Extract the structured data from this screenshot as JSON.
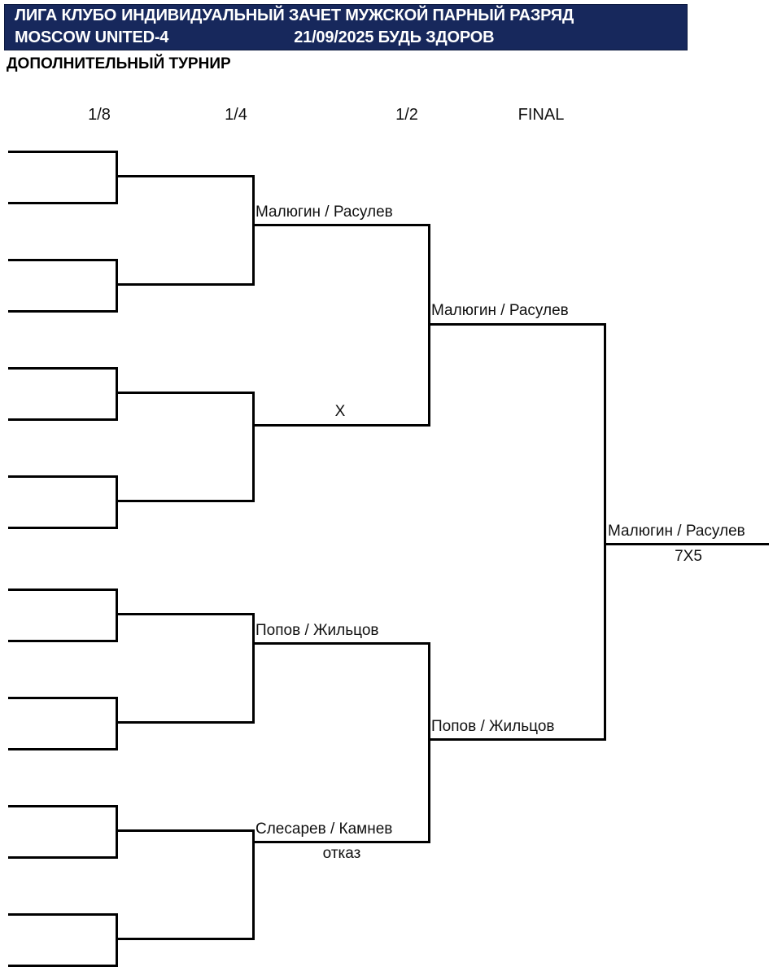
{
  "header": {
    "line1_left": "ЛИГА КЛУБО",
    "line1_right": "ИНДИВИДУАЛЬНЫЙ ЗАЧЕТ МУЖСКОЙ ПАРНЫЙ РАЗРЯД",
    "line2_left": "MOSCOW UNITED-4",
    "line2_right": "21/09/2025 БУДЬ ЗДОРОВ",
    "banner_color": "#17285c",
    "banner_text_color": "#ffffff"
  },
  "subtitle": "ДОПОЛНИТЕЛЬНЫЙ ТУРНИР",
  "rounds": [
    {
      "label": "1/8"
    },
    {
      "label": "1/4"
    },
    {
      "label": "1/2"
    },
    {
      "label": "FINAL"
    }
  ],
  "bracket": {
    "quarterfinals": [
      {
        "name": "Малюгин / Расулев",
        "score": ""
      },
      {
        "name": "X",
        "score": ""
      },
      {
        "name": "Попов / Жильцов",
        "score": ""
      },
      {
        "name": "Слесарев / Камнев",
        "score": "отказ"
      }
    ],
    "semifinals": [
      {
        "name": "Малюгин / Расулев",
        "score": ""
      },
      {
        "name": "Попов / Жильцов",
        "score": ""
      }
    ],
    "final": [
      {
        "name": "Малюгин / Расулев",
        "score": "7X5"
      }
    ],
    "eighthfinals": [
      {
        "name": ""
      },
      {
        "name": ""
      },
      {
        "name": ""
      },
      {
        "name": ""
      },
      {
        "name": ""
      },
      {
        "name": ""
      },
      {
        "name": ""
      },
      {
        "name": ""
      },
      {
        "name": ""
      },
      {
        "name": ""
      },
      {
        "name": ""
      },
      {
        "name": ""
      },
      {
        "name": ""
      },
      {
        "name": ""
      },
      {
        "name": ""
      },
      {
        "name": ""
      }
    ]
  }
}
